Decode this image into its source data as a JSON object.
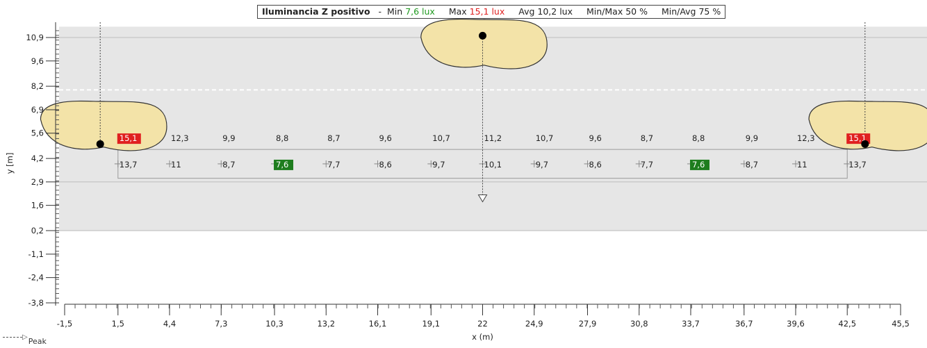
{
  "header": {
    "title": "Iluminancia  Z positivo",
    "separator": "-",
    "min_label": "Min",
    "min_value": "7,6 lux",
    "max_label": "Max",
    "max_value": "15,1 lux",
    "avg_label": "Avg",
    "avg_value": "10,2 lux",
    "min_max": "Min/Max 50 %",
    "min_avg": "Min/Avg 75 %",
    "min_color": "#1f9a1f",
    "max_color": "#e02020"
  },
  "peak_label": "Peak",
  "chart_data": {
    "type": "heatmap",
    "title": "",
    "xlabel": "x (m)",
    "ylabel": "y [m]",
    "xlim": [
      -1.5,
      45.5
    ],
    "ylim": [
      -3.8,
      11.5
    ],
    "x_ticks": [
      -1.5,
      1.5,
      4.4,
      7.3,
      10.3,
      13.2,
      16.1,
      19.1,
      22,
      24.9,
      27.9,
      30.8,
      33.7,
      36.7,
      39.6,
      42.5,
      45.5
    ],
    "x_tick_labels": [
      "-1,5",
      "1,5",
      "4,4",
      "7,3",
      "10,3",
      "13,2",
      "16,1",
      "19,1",
      "22",
      "24,9",
      "27,9",
      "30,8",
      "33,7",
      "36,7",
      "39,6",
      "42,5",
      "45,5"
    ],
    "y_ticks": [
      10.9,
      9.6,
      8.2,
      6.9,
      5.6,
      4.2,
      2.9,
      1.6,
      0.2,
      -1.1,
      -2.4,
      -3.8
    ],
    "y_tick_labels": [
      "10,9",
      "9,6",
      "8,2",
      "6,9",
      "5,6",
      "4,2",
      "2,9",
      "1,6",
      "0,2",
      "-1,1",
      "-2,4",
      "-3,8"
    ],
    "road_area_y": [
      0.2,
      11.5
    ],
    "road_lines_y": [
      10.9,
      2.9
    ],
    "dashed_line_y": 8.0,
    "grid_x_edges": [
      1.5,
      4.4,
      7.3,
      10.3,
      13.2,
      16.1,
      19.1,
      22,
      24.9,
      27.9,
      30.8,
      33.7,
      36.7,
      39.6,
      42.5
    ],
    "grid_y": [
      3.1,
      4.7
    ],
    "grid": {
      "x": [
        1.5,
        4.4,
        7.3,
        10.3,
        13.2,
        16.1,
        19.1,
        22,
        24.9,
        27.9,
        30.8,
        33.7,
        36.7,
        39.6,
        42.5
      ],
      "row_top": [
        "15,1",
        "12,3",
        "9,9",
        "8,8",
        "8,7",
        "9,6",
        "10,7",
        "11,2",
        "10,7",
        "9,6",
        "8,7",
        "8,8",
        "9,9",
        "12,3",
        "15,1"
      ],
      "row_bottom": [
        "13,7",
        "11",
        "8,7",
        "7,6",
        "7,7",
        "8,6",
        "9,7",
        "10,1",
        "9,7",
        "8,6",
        "7,7",
        "7,6",
        "8,7",
        "11",
        "13,7"
      ]
    },
    "luminaires": [
      {
        "x": 0.5,
        "y": 5.0,
        "pole_from_y": 11.8
      },
      {
        "x": 22.0,
        "y": 11.0,
        "arrow_to_y": 1.8
      },
      {
        "x": 43.5,
        "y": 5.0,
        "pole_from_y": 11.8
      }
    ],
    "highlight_max_color": "#e02020",
    "highlight_min_color": "#1e7d1e",
    "road_color": "#e6e6e6",
    "beam_color": "#f3e3a8"
  }
}
